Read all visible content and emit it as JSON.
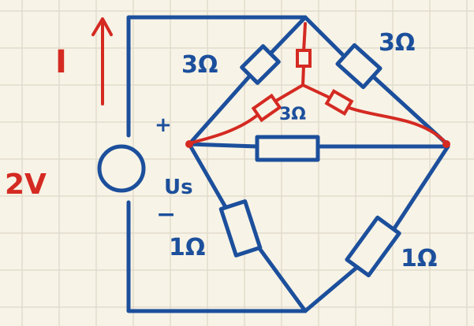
{
  "labels": {
    "current": "I",
    "source_voltage": "2V",
    "source_name": "Us",
    "plus": "+",
    "minus": "−",
    "r_top_left": "3Ω",
    "r_top_right": "3Ω",
    "r_middle": "3Ω",
    "r_bottom_left": "1Ω",
    "r_bottom_right": "1Ω"
  },
  "colors": {
    "paper": "#f7f3e6",
    "grid": "#e2dccb",
    "circuit_blue": "#1c4f9c",
    "annotation_red": "#d42a22"
  }
}
